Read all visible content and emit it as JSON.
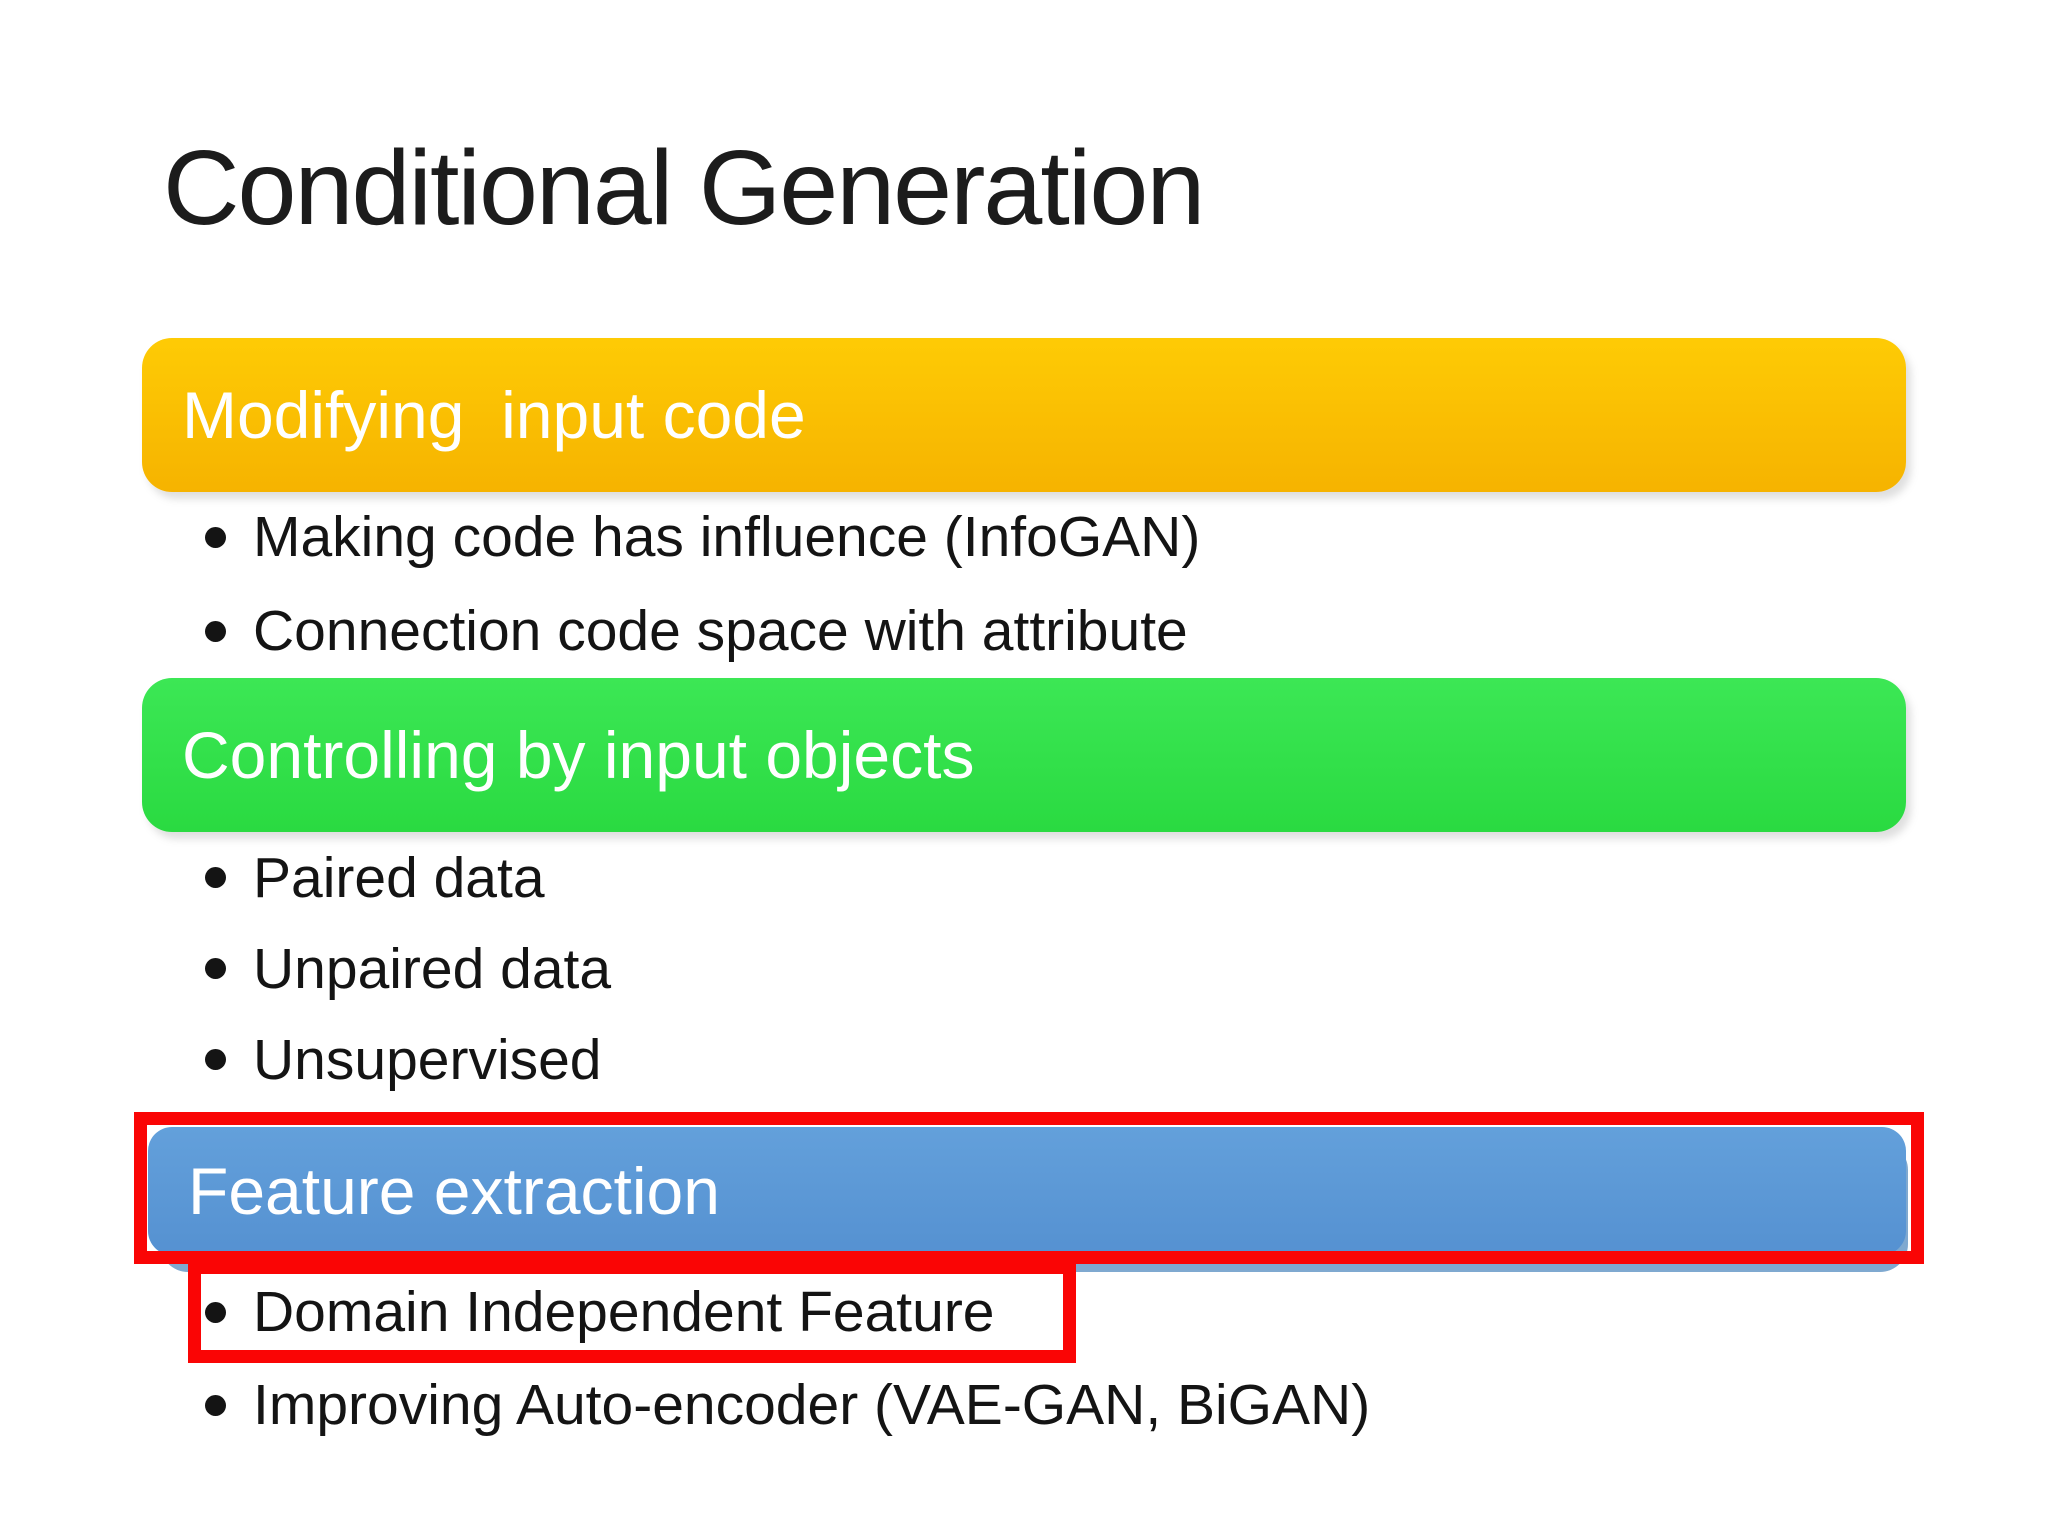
{
  "slide": {
    "title": "Conditional Generation",
    "sections": [
      {
        "label": "Modifying  input code",
        "banner_color": "#FBBD00",
        "label_color": "#FFFFFF",
        "bullets": [
          "Making code has influence (InfoGAN)",
          "Connection code space with attribute"
        ]
      },
      {
        "label": "Controlling by input objects",
        "banner_color": "#33E24D",
        "label_color": "#FFFFFF",
        "bullets": [
          "Paired data",
          "Unpaired data",
          "Unsupervised"
        ]
      },
      {
        "label": "Feature extraction",
        "banner_color": "#5B9AD8",
        "label_color": "#FFFFFF",
        "bullets": [
          "Domain Independent Feature",
          "Improving Auto-encoder (VAE-GAN, BiGAN)"
        ]
      }
    ],
    "highlight": {
      "color": "#FA0505",
      "boxed_banner": "Feature extraction",
      "boxed_bullet": "Domain Independent Feature"
    }
  }
}
